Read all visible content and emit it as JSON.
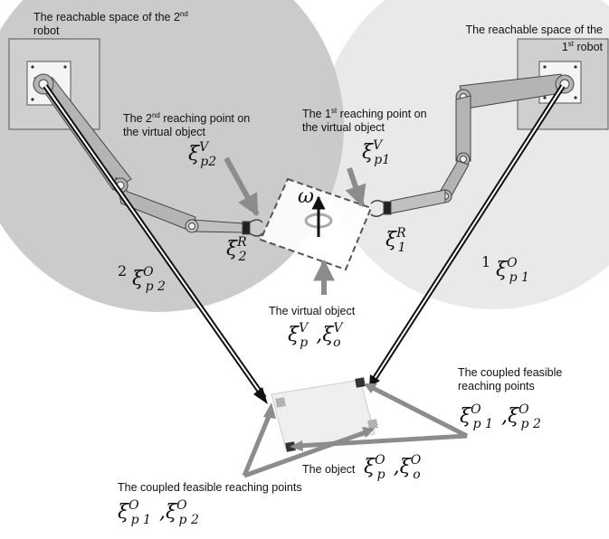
{
  "labels": {
    "space2_a": "The reachable space of the 2",
    "space2_sup": "nd",
    "space2_b": "robot",
    "space1": "The reachable space of the",
    "space1_b_num": "1",
    "space1_b_sup": "st",
    "space1_b": " robot",
    "reach2_a": "The 2",
    "reach2_sup": "nd",
    "reach2_b": " reaching point on",
    "reach2_c": "the virtual object",
    "reach1_a": "The 1",
    "reach1_sup": "st",
    "reach1_b": " reaching point on",
    "reach1_c": "the virtual object",
    "virtual": "The virtual object",
    "object": "The object",
    "coupled_right_a": "The coupled feasible",
    "coupled_right_b": "reaching points",
    "coupled_bottom": "The coupled feasible reaching points"
  },
  "symbols": {
    "xi": "ξ",
    "omega": "ω",
    "xi_p2_V_sub": "p2",
    "xi_p2_V_sup": "V",
    "xi_p1_V_sub": "p1",
    "xi_p1_V_sup": "V",
    "xi_2_R_sub": "2",
    "xi_2_R_sup": "R",
    "xi_1_R_sub": "1",
    "xi_1_R_sup": "R",
    "pre2": "2",
    "pre1": "1",
    "big_O": "O",
    "big_V": "V",
    "sub_p2": "p 2",
    "sub_p1": "p 1",
    "sub_p": "p",
    "sub_o": "o",
    "comma": ","
  },
  "colors": {
    "space2": "#c8c8c8",
    "space1": "#e9e9e9",
    "arm": "#b4b4b4",
    "arrow_gray": "#8c8c8c"
  }
}
